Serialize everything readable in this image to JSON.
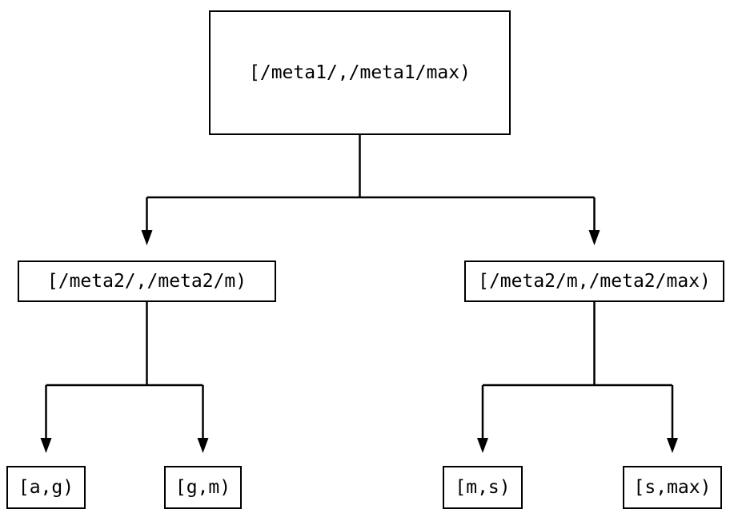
{
  "diagram": {
    "type": "interval-partition-tree",
    "colors": {
      "line": "#000000",
      "box_border": "#000000",
      "box_fill": "#ffffff",
      "text": "#000000",
      "background": "#ffffff"
    },
    "nodes": {
      "root": {
        "label": "[/meta1/,/meta1/max)"
      },
      "level2": [
        {
          "label": "[/meta2/,/meta2/m)"
        },
        {
          "label": "[/meta2/m,/meta2/max)"
        }
      ],
      "leaves": [
        {
          "label": "[a,g)"
        },
        {
          "label": "[g,m)"
        },
        {
          "label": "[m,s)"
        },
        {
          "label": "[s,max)"
        }
      ]
    }
  }
}
